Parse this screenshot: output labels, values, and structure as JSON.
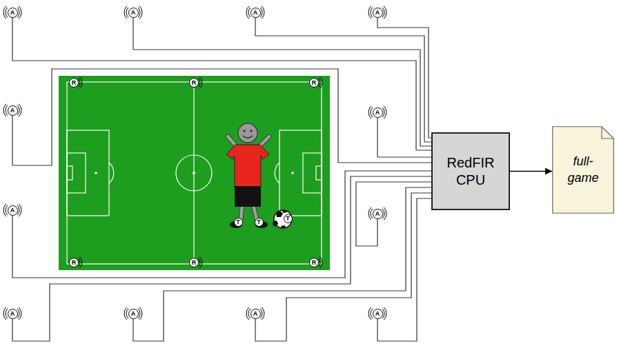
{
  "diagram": {
    "nodes": [
      {
        "text": [
          "A"
        ]
      },
      {
        "text": [
          "A"
        ]
      },
      {
        "text": [
          "A"
        ]
      },
      {
        "text": [
          "A"
        ]
      },
      {
        "text": [
          "R"
        ]
      },
      {
        "text": [
          "R"
        ]
      },
      {
        "text": [
          "R"
        ]
      },
      {
        "text": [
          "A"
        ]
      },
      {
        "text": [
          "A"
        ]
      },
      {
        "text": [
          "RedFIR CPU"
        ]
      },
      {
        "text": [
          "full-game"
        ]
      },
      {
        "text": [
          "A"
        ]
      },
      {
        "text": [
          "A"
        ]
      },
      {
        "text": [
          "T"
        ]
      },
      {
        "text": [
          "T"
        ]
      },
      {
        "text": [
          "T"
        ]
      },
      {
        "text": [
          "R"
        ]
      },
      {
        "text": [
          "R"
        ]
      },
      {
        "text": [
          "R"
        ]
      },
      {
        "text": [
          "A"
        ]
      },
      {
        "text": [
          "A"
        ]
      },
      {
        "text": [
          "A"
        ]
      },
      {
        "text": [
          "A"
        ]
      }
    ],
    "edges": [
      {
        "from": 0,
        "to": 9,
        "arrow": "none"
      },
      {
        "from": 1,
        "to": 9,
        "arrow": "none"
      },
      {
        "from": 2,
        "to": 9,
        "arrow": "none"
      },
      {
        "from": 3,
        "to": 9,
        "arrow": "none"
      },
      {
        "from": 7,
        "to": 9,
        "arrow": "none"
      },
      {
        "from": 8,
        "to": 9,
        "arrow": "none"
      },
      {
        "from": 11,
        "to": 9,
        "arrow": "none"
      },
      {
        "from": 12,
        "to": 9,
        "arrow": "none"
      },
      {
        "from": 19,
        "to": 9,
        "arrow": "none"
      },
      {
        "from": 20,
        "to": 9,
        "arrow": "none"
      },
      {
        "from": 21,
        "to": 9,
        "arrow": "none"
      },
      {
        "from": 22,
        "to": 9,
        "arrow": "none"
      },
      {
        "from": 9,
        "to": 10,
        "arrow": "to"
      }
    ]
  }
}
